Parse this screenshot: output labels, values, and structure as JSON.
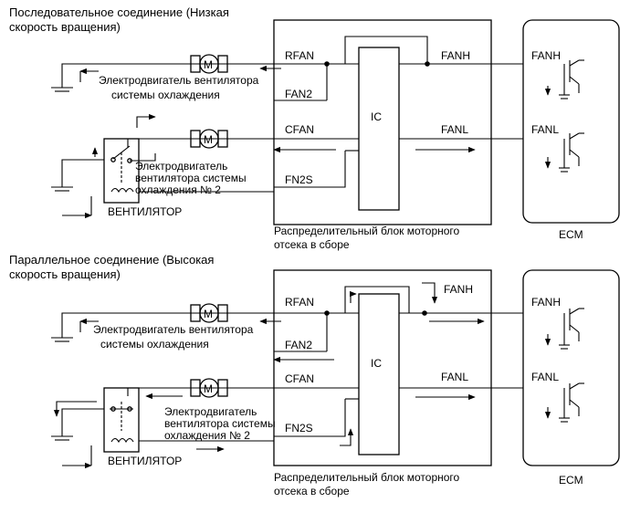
{
  "sections": [
    {
      "title_line1": "Последовательное соединение (Низкая",
      "title_line2": "скорость вращения)",
      "motor1_line1": "Электродвигатель вентилятора",
      "motor1_line2": "системы охлаждения",
      "motor2_line1": "Электродвигатель",
      "motor2_line2": "вентилятора системы",
      "motor2_line3": "охлаждения № 2",
      "relay_label": "ВЕНТИЛЯТОР",
      "block_line1": "Распределительный блок моторного",
      "block_line2": "отсека в сборе",
      "ecm_label": "ECM",
      "pins": {
        "rfan": "RFAN",
        "fan2": "FAN2",
        "cfan": "CFAN",
        "fn2s": "FN2S",
        "ic": "IC",
        "fanh": "FANH",
        "fanl": "FANL"
      },
      "ecm_pins": {
        "fanh": "FANH",
        "fanl": "FANL"
      },
      "motor_symbol": "M"
    },
    {
      "title_line1": "Параллельное соединение (Высокая",
      "title_line2": "скорость вращения)",
      "motor1_line1": "Электродвигатель вентилятора",
      "motor1_line2": "системы охлаждения",
      "motor2_line1": "Электродвигатель",
      "motor2_line2": "вентилятора системы",
      "motor2_line3": "охлаждения № 2",
      "relay_label": "ВЕНТИЛЯТОР",
      "block_line1": "Распределительный блок моторного",
      "block_line2": "отсека в сборе",
      "ecm_label": "ECM",
      "pins": {
        "rfan": "RFAN",
        "fan2": "FAN2",
        "cfan": "CFAN",
        "fn2s": "FN2S",
        "ic": "IC",
        "fanh": "FANH",
        "fanl": "FANL"
      },
      "ecm_pins": {
        "fanh": "FANH",
        "fanl": "FANL"
      },
      "motor_symbol": "M"
    }
  ]
}
